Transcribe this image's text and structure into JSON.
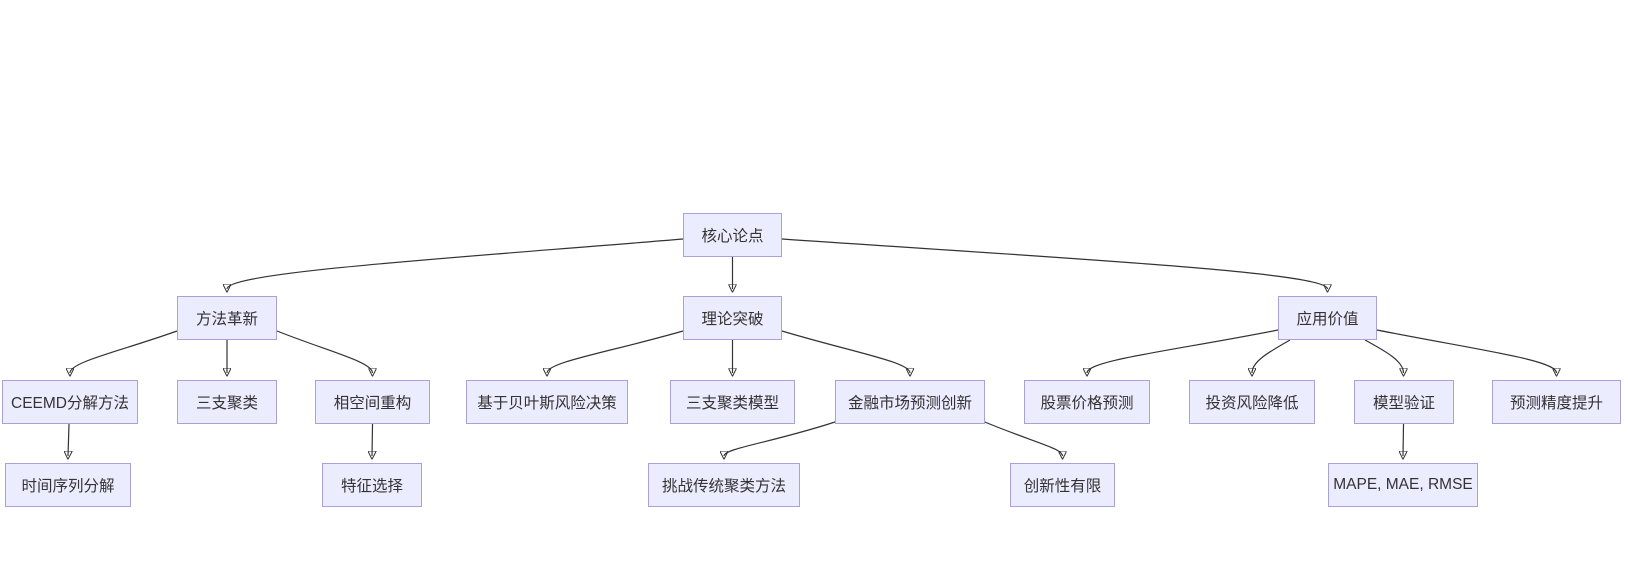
{
  "diagram": {
    "type": "flowchart-top-down",
    "colors": {
      "background": "#ffffff",
      "node_fill": "#ECECFF",
      "node_border": "#A9A2D9",
      "edge_color": "#333333",
      "text_color": "#333333"
    },
    "nodes": {
      "core": {
        "label": "核心论点"
      },
      "method": {
        "label": "方法革新"
      },
      "theory": {
        "label": "理论突破"
      },
      "value": {
        "label": "应用价值"
      },
      "ceemd": {
        "label": "CEEMD分解方法"
      },
      "threeway": {
        "label": "三支聚类"
      },
      "phase": {
        "label": "相空间重构"
      },
      "bayes": {
        "label": "基于贝叶斯风险决策"
      },
      "twmodel": {
        "label": "三支聚类模型"
      },
      "finnov": {
        "label": "金融市场预测创新"
      },
      "stock": {
        "label": "股票价格预测"
      },
      "risk": {
        "label": "投资风险降低"
      },
      "valid": {
        "label": "模型验证"
      },
      "precision": {
        "label": "预测精度提升"
      },
      "tsdecomp": {
        "label": "时间序列分解"
      },
      "feature": {
        "label": "特征选择"
      },
      "challenge": {
        "label": "挑战传统聚类方法"
      },
      "limited": {
        "label": "创新性有限"
      },
      "metrics": {
        "label": "MAPE, MAE, RMSE"
      }
    },
    "edges": [
      {
        "from": "core",
        "to": "method"
      },
      {
        "from": "core",
        "to": "theory"
      },
      {
        "from": "core",
        "to": "value"
      },
      {
        "from": "method",
        "to": "ceemd"
      },
      {
        "from": "method",
        "to": "threeway"
      },
      {
        "from": "method",
        "to": "phase"
      },
      {
        "from": "theory",
        "to": "bayes"
      },
      {
        "from": "theory",
        "to": "twmodel"
      },
      {
        "from": "theory",
        "to": "finnov"
      },
      {
        "from": "value",
        "to": "stock"
      },
      {
        "from": "value",
        "to": "risk"
      },
      {
        "from": "value",
        "to": "valid"
      },
      {
        "from": "value",
        "to": "precision"
      },
      {
        "from": "ceemd",
        "to": "tsdecomp"
      },
      {
        "from": "phase",
        "to": "feature"
      },
      {
        "from": "finnov",
        "to": "challenge"
      },
      {
        "from": "finnov",
        "to": "limited"
      },
      {
        "from": "valid",
        "to": "metrics"
      }
    ]
  }
}
